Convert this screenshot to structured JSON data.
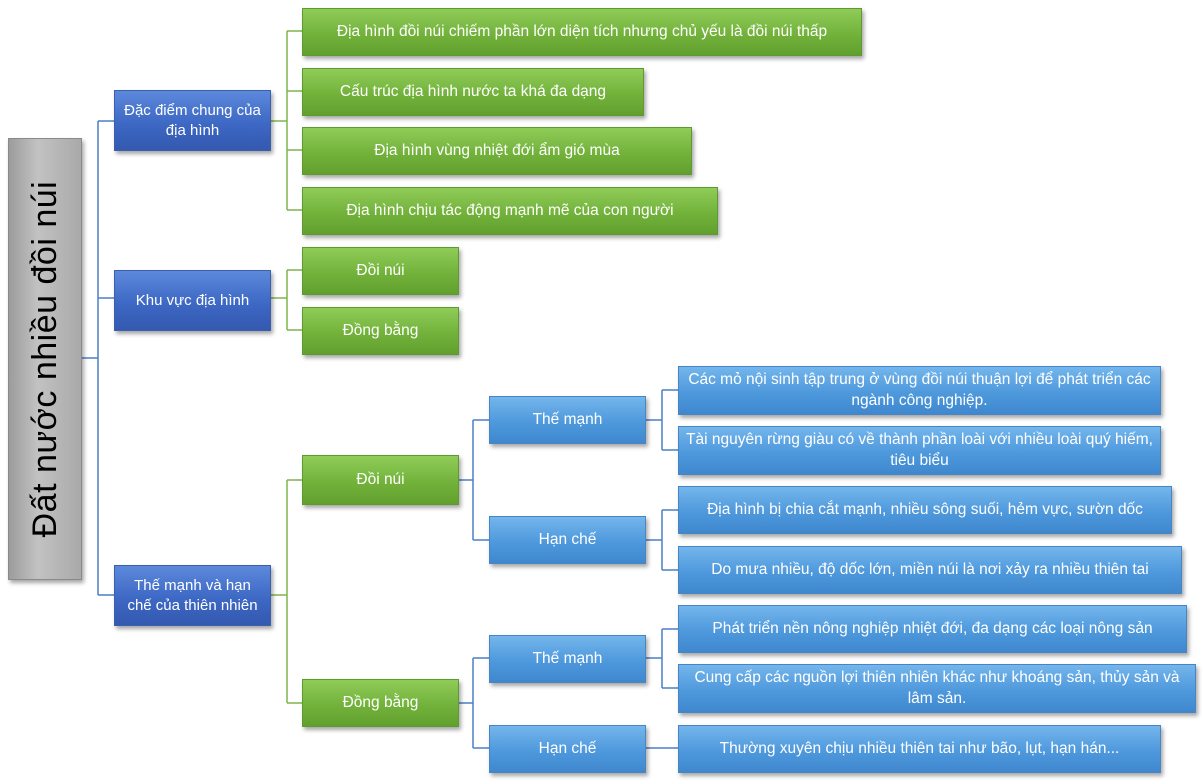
{
  "root": {
    "label": "Đất nước nhiều đồi núi"
  },
  "colors": {
    "root": "#b0b0b0",
    "category": "#3f6cc8",
    "topic": "#74b33c",
    "detail": "#4f99dd",
    "line_blue": "#4a7ec8",
    "line_green": "#7db54a"
  },
  "categories": [
    {
      "label": "Đặc điểm chung của địa hình",
      "items": [
        "Địa hình đồi núi chiếm phần lớn diện tích nhưng chủ yếu là đồi núi thấp",
        "Cấu trúc địa hình nước ta khá đa dạng",
        "Địa hình vùng nhiệt đới ẩm gió mùa",
        "Địa hình chịu tác động mạnh mẽ của con người"
      ]
    },
    {
      "label": "Khu vực địa hình",
      "items": [
        "Đồi núi",
        "Đồng bằng"
      ]
    },
    {
      "label": "Thế mạnh và hạn chế của thiên nhiên",
      "regions": [
        {
          "label": "Đồi núi",
          "aspects": [
            {
              "label": "Thế mạnh",
              "points": [
                "Các mỏ nội sinh tập trung ở vùng đồi núi thuận lợi để phát triển các ngành công nghiệp.",
                "Tài nguyên rừng giàu có về thành phần loài với nhiều loài quý hiếm, tiêu biểu"
              ]
            },
            {
              "label": "Hạn chế",
              "points": [
                "Địa hình bị chia cắt mạnh, nhiều sông suối, hẻm vực, sườn dốc",
                "Do mưa nhiều, độ dốc lớn, miền núi là nơi xảy ra nhiều thiên tai"
              ]
            }
          ]
        },
        {
          "label": "Đồng bằng",
          "aspects": [
            {
              "label": "Thế mạnh",
              "points": [
                "Phát triển nền nông nghiệp nhiệt đới, đa dạng các loại nông sản",
                "Cung cấp các nguồn lợi thiên nhiên khác như khoáng sản, thủy sản và lâm sản."
              ]
            },
            {
              "label": "Hạn chế",
              "points": [
                "Thường xuyên chịu nhiều thiên tai như bão, lụt, hạn hán..."
              ]
            }
          ]
        }
      ]
    }
  ]
}
